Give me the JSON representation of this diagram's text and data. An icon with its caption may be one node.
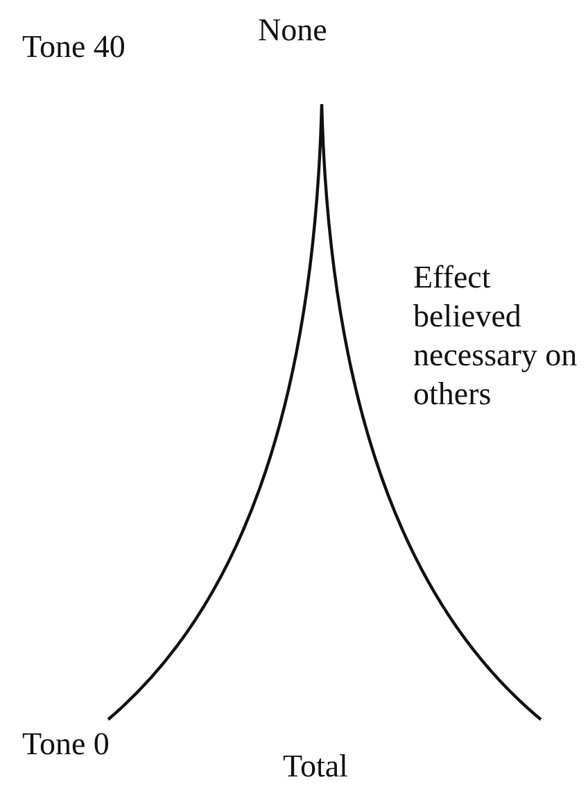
{
  "diagram": {
    "labels": [
      "Tone 40",
      "None",
      "Effect believed necessary on others",
      "Tone 0",
      "Total"
    ]
  }
}
